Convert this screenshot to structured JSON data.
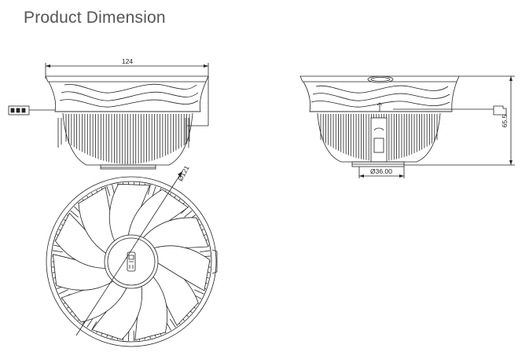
{
  "title": "Product Dimension",
  "dimensions": {
    "width": "124",
    "height": "65.5",
    "base_diameter": "Ø36.00",
    "fan_diameter": "Ø121"
  },
  "colors": {
    "title": "#555555",
    "line": "#222222"
  }
}
